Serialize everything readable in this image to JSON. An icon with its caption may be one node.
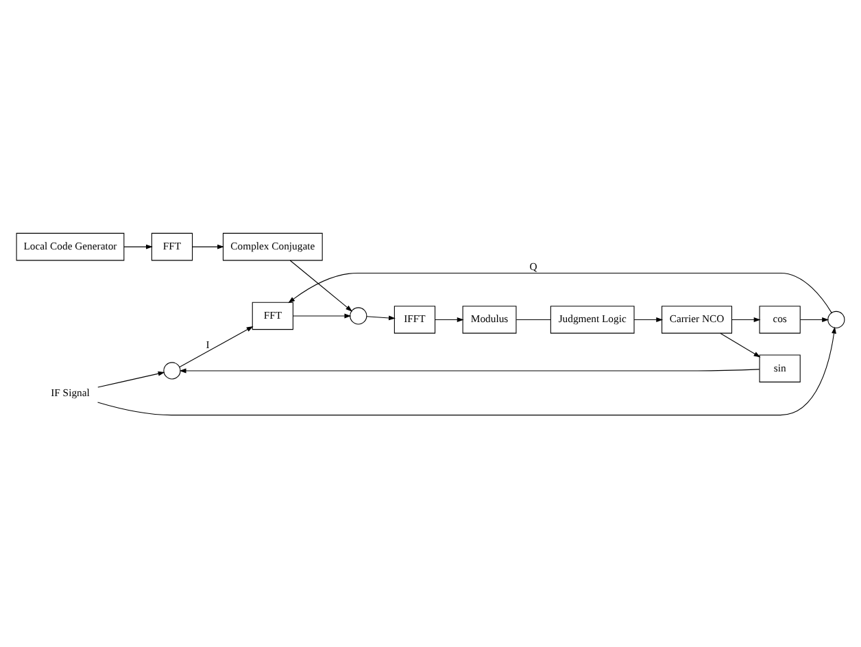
{
  "diagram": {
    "nodes": [
      {
        "text": [
          "IF Signal"
        ]
      },
      {
        "text": [],
        "shape": "circle"
      },
      {
        "text": [],
        "shape": "circle"
      },
      {
        "text": [
          "FFT"
        ]
      },
      {
        "text": [],
        "shape": "circle"
      },
      {
        "text": [
          "IFFT"
        ]
      },
      {
        "text": [
          "Modulus"
        ]
      },
      {
        "text": [
          "Complex Conjugate"
        ]
      },
      {
        "text": [
          "FFT"
        ]
      },
      {
        "text": [
          "Local Code Generator"
        ]
      },
      {
        "text": [
          "sin"
        ]
      },
      {
        "text": [
          "cos"
        ]
      },
      {
        "text": [
          "Carrier NCO"
        ]
      },
      {
        "text": [
          "Judgment Logic"
        ]
      }
    ],
    "edges": [
      {
        "from": 0,
        "to": 1,
        "arrow": "to"
      },
      {
        "from": 0,
        "to": 2,
        "arrow": "to"
      },
      {
        "from": 1,
        "to": 3,
        "arrow": "to",
        "label": "I"
      },
      {
        "from": 2,
        "to": 3,
        "arrow": "to",
        "label": "Q"
      },
      {
        "from": 10,
        "to": 1,
        "arrow": "to"
      },
      {
        "from": 11,
        "to": 2,
        "arrow": "to"
      },
      {
        "from": 3,
        "to": 4,
        "arrow": "to"
      },
      {
        "from": 7,
        "to": 4,
        "arrow": "to"
      },
      {
        "from": 4,
        "to": 5,
        "arrow": "to"
      },
      {
        "from": 5,
        "to": 6,
        "arrow": "to"
      },
      {
        "from": 6,
        "to": 13,
        "arrow": "none"
      },
      {
        "from": 8,
        "to": 7,
        "arrow": "to"
      },
      {
        "from": 9,
        "to": 8,
        "arrow": "to"
      },
      {
        "from": 12,
        "to": 10,
        "arrow": "to"
      },
      {
        "from": 12,
        "to": 11,
        "arrow": "to"
      },
      {
        "from": 13,
        "to": 12,
        "arrow": "to"
      }
    ]
  }
}
